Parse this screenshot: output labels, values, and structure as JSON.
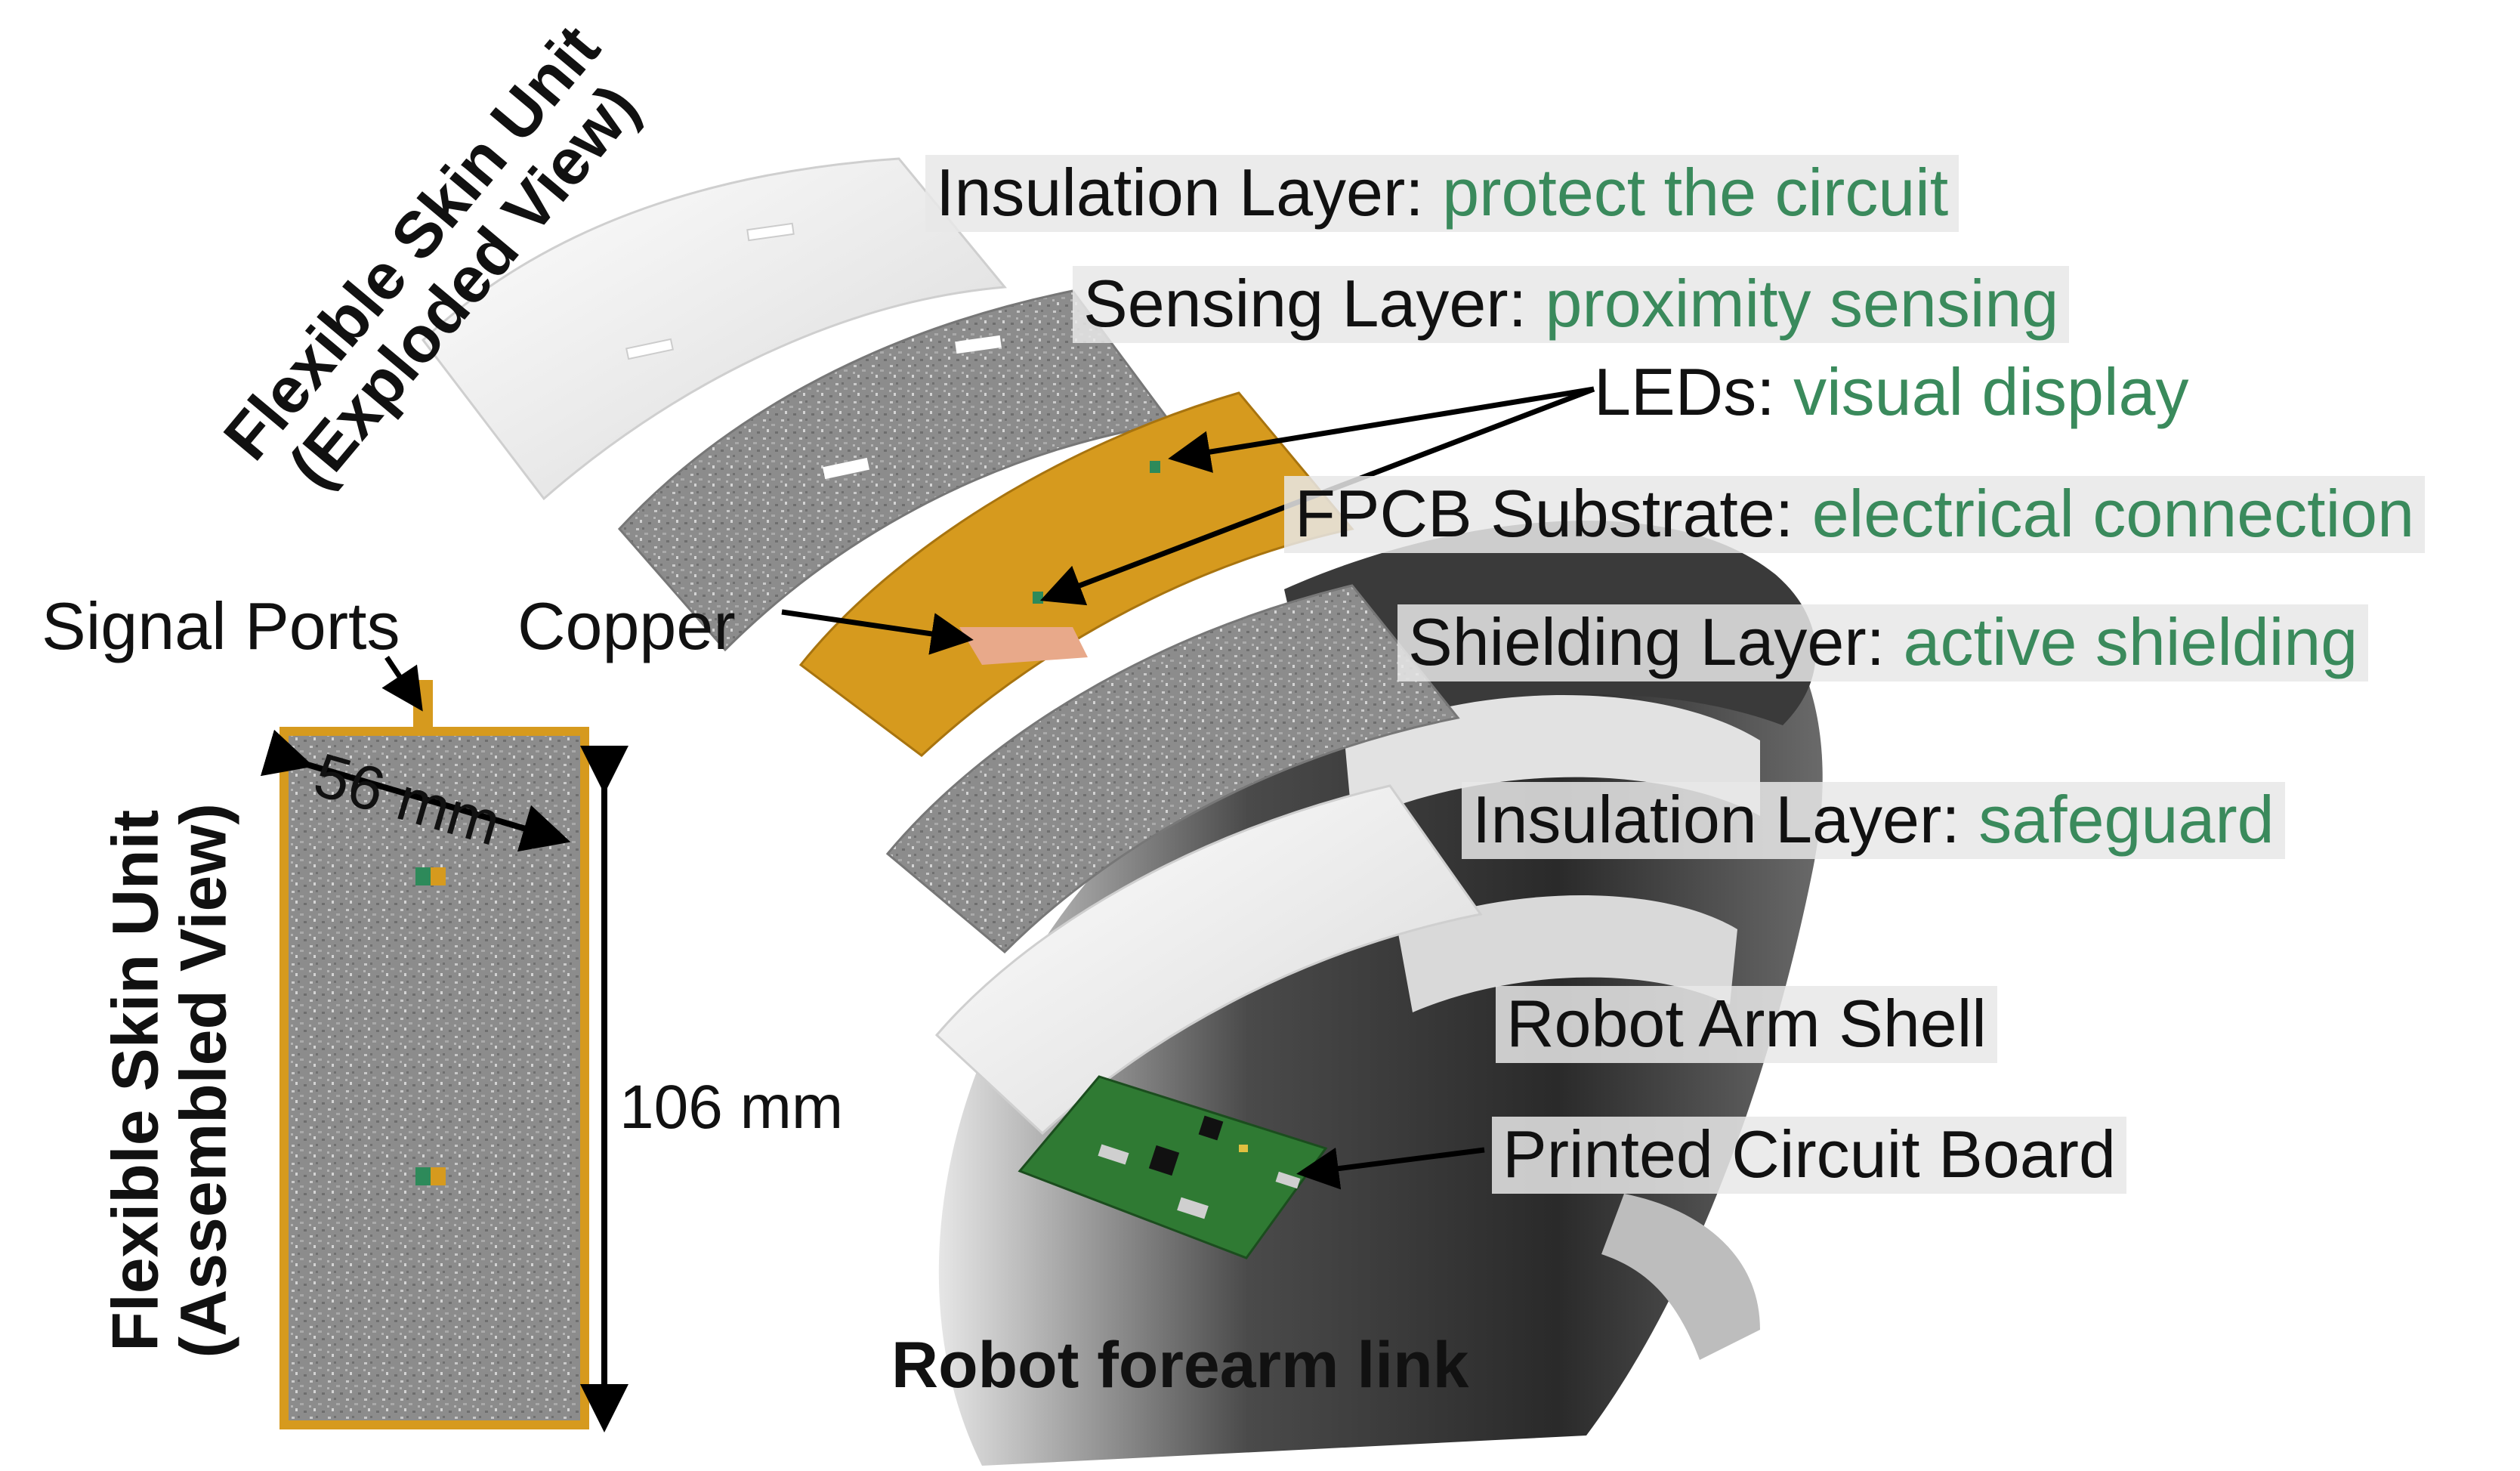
{
  "titles": {
    "exploded_line1": "Flexible Skin Unit",
    "exploded_line2": "(Exploded View)",
    "assembled_line1": "Flexible Skin Unit",
    "assembled_line2": "(Assembled View)",
    "forearm": "Robot forearm link"
  },
  "labels": {
    "insulation_top": {
      "name": "Insulation Layer",
      "sep": ": ",
      "desc": "protect the circuit"
    },
    "sensing": {
      "name": "Sensing Layer",
      "sep": ": ",
      "desc": "proximity sensing"
    },
    "leds": {
      "name": "LEDs",
      "sep": ": ",
      "desc": "visual display"
    },
    "fpcb": {
      "name": "FPCB Substrate",
      "sep": ": ",
      "desc": "electrical connection"
    },
    "shielding": {
      "name": "Shielding Layer",
      "sep": ": ",
      "desc": "active shielding"
    },
    "insulation_bottom": {
      "name": "Insulation Layer",
      "sep": ": ",
      "desc": "safeguard"
    },
    "shell": "Robot Arm Shell",
    "pcb": "Printed Circuit Board",
    "copper": "Copper",
    "signal_ports": "Signal Ports"
  },
  "dimensions": {
    "width": "56 mm",
    "height": "106 mm"
  },
  "colors": {
    "highlight": "#3a8a5c",
    "text": "#111111",
    "fpcb": "#d69a1e",
    "pcb": "#2f7a33",
    "copper_pad": "#e8a98a",
    "sensing": "#8a8a8a"
  }
}
